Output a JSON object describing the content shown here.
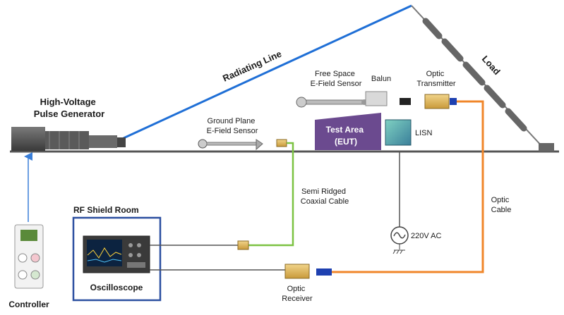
{
  "labels": {
    "generator": [
      "High-Voltage",
      "Pulse Generator"
    ],
    "radiating_line": "Radiating Line",
    "load": "Load",
    "free_space_sensor": [
      "Free Space",
      "E-Field Sensor"
    ],
    "balun": "Balun",
    "optic_transmitter": [
      "Optic",
      "Transmitter"
    ],
    "ground_plane_sensor": [
      "Ground Plane",
      "E-Field Sensor"
    ],
    "test_area": [
      "Test Area",
      "(EUT)"
    ],
    "lisn": "LISN",
    "semi_ridged_cable": [
      "Semi Ridged",
      "Coaxial Cable"
    ],
    "optic_cable": [
      "Optic",
      "Cable"
    ],
    "rf_shield_room": "RF Shield Room",
    "ac_source": "220V AC",
    "oscilloscope": "Oscilloscope",
    "optic_receiver": [
      "Optic",
      "Receiver"
    ],
    "controller": "Controller"
  },
  "colors": {
    "radiating_line": "#1f6fd6",
    "controller_arrow": "#3a7fd9",
    "semi_ridged_cable": "#7cc242",
    "optic_cable": "#f0862a",
    "test_area": "#6b4a8f",
    "shield_room": "#2b4fa0",
    "ground": "#555555"
  }
}
